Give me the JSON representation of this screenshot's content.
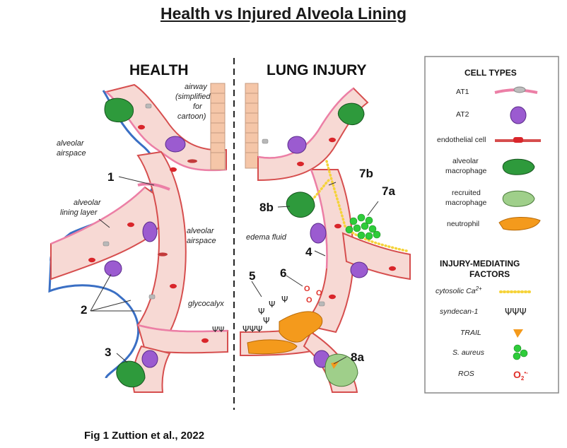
{
  "title": "Health vs Injured Alveola Lining",
  "caption": "Fig 1   Zuttion et al., 2022",
  "panels": {
    "health": "HEALTH",
    "injury": "LUNG INJURY"
  },
  "labels": {
    "airway_1": "airway",
    "airway_2": "(simplified",
    "airway_3": "for",
    "airway_4": "cartoon)",
    "airspace_left_1": "alveolar",
    "airspace_left_2": "airspace",
    "lining_1": "alveolar",
    "lining_2": "lining layer",
    "airspace_mid_1": "alveolar",
    "airspace_mid_2": "airspace",
    "glycocalyx": "glycocalyx",
    "edema": "edema fluid"
  },
  "numbers": {
    "n1": "1",
    "n2": "2",
    "n3": "3",
    "n4": "4",
    "n5": "5",
    "n6": "6",
    "n7a": "7a",
    "n7b": "7b",
    "n8a": "8a",
    "n8b": "8b"
  },
  "legend": {
    "cell_types_title": "CELL TYPES",
    "at1": "AT1",
    "at2": "AT2",
    "endothelial": "endothelial cell",
    "alv_mac_1": "alveolar",
    "alv_mac_2": "macrophage",
    "rec_mac_1": "recruited",
    "rec_mac_2": "macrophage",
    "neutrophil": "neutrophil",
    "factors_title_1": "INJURY-MEDIATING",
    "factors_title_2": "FACTORS",
    "calcium": "cytosolic Ca",
    "calcium_sup": "2+",
    "syndecan": "syndecan-1",
    "trail": "TRAIL",
    "saureus": "S. aureus",
    "ros": "ROS",
    "ros_symbol": "O",
    "ros_sub": "2",
    "ros_sup": "•-"
  },
  "colors": {
    "vessel_fill": "#f7d9d4",
    "at1_pink": "#ec7fa6",
    "endothelial": "#d64e4e",
    "rbc": "#d9262b",
    "lining_blue": "#3a6fc4",
    "at2": "#9b5bd0",
    "alv_mac": "#2e9a3c",
    "rec_mac": "#9fcf8a",
    "neutrophil": "#f49a1c",
    "calcium": "#f5d33a",
    "saureus": "#2ecc3a",
    "ros": "#e0302a",
    "airway": "#f5c6a8"
  }
}
